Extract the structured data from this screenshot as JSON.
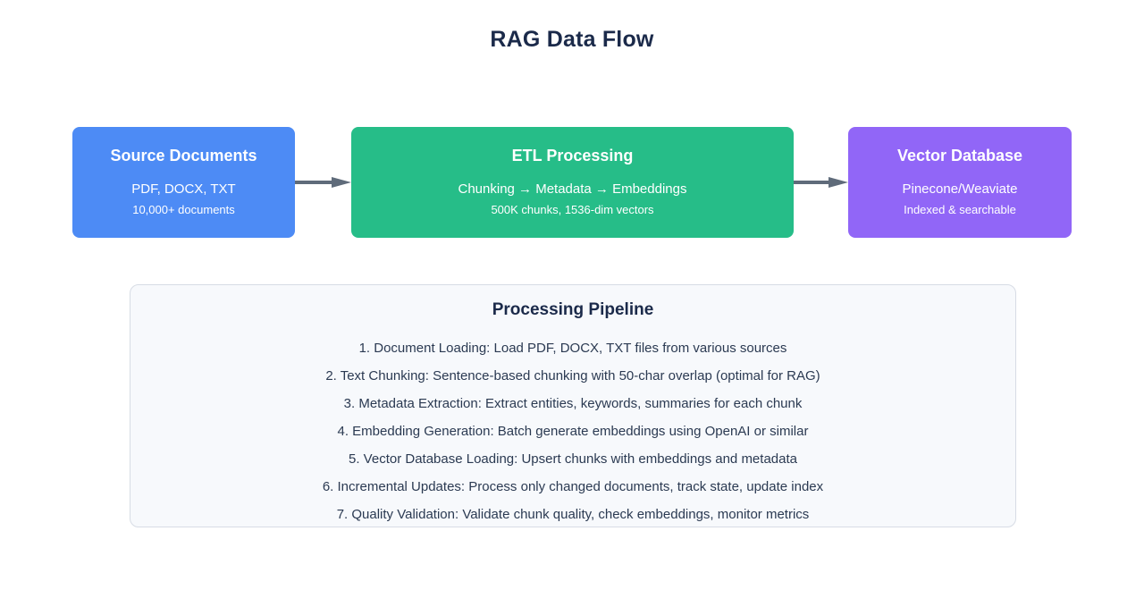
{
  "page": {
    "title": "RAG Data Flow"
  },
  "flow": {
    "arrow_color": "#5f6b7a",
    "stages": [
      {
        "name": "source-documents",
        "title": "Source Documents",
        "line1": "PDF, DOCX, TXT",
        "line2": "10,000+ documents",
        "color": "#4d8bf5"
      },
      {
        "name": "etl-processing",
        "title": "ETL Processing",
        "line1": "Chunking → Metadata → Embeddings",
        "line2": "500K chunks, 1536-dim vectors",
        "color": "#26bd88"
      },
      {
        "name": "vector-database",
        "title": "Vector Database",
        "line1": "Pinecone/Weaviate",
        "line2": "Indexed & searchable",
        "color": "#9166f7"
      }
    ]
  },
  "pipeline": {
    "title": "Processing Pipeline",
    "steps": [
      "1. Document Loading: Load PDF, DOCX, TXT files from various sources",
      "2. Text Chunking: Sentence-based chunking with 50-char overlap (optimal for RAG)",
      "3. Metadata Extraction: Extract entities, keywords, summaries for each chunk",
      "4. Embedding Generation: Batch generate embeddings using OpenAI or similar",
      "5. Vector Database Loading: Upsert chunks with embeddings and metadata",
      "6. Incremental Updates: Process only changed documents, track state, update index",
      "7. Quality Validation: Validate chunk quality, check embeddings, monitor metrics"
    ]
  }
}
